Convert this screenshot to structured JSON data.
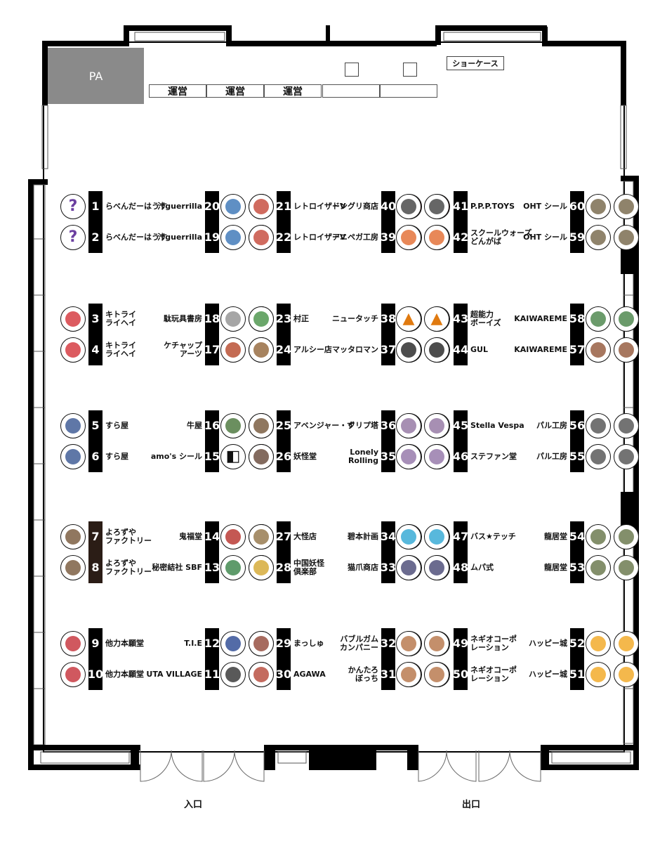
{
  "venue": {
    "pa_label": "PA",
    "staff_labels": [
      "運営",
      "運営",
      "運営",
      "",
      ""
    ],
    "showcase_label": "ショーケース",
    "entrance_label": "入口",
    "exit_label": "出口"
  },
  "colors": {
    "wall": "#000000",
    "pa": "#8a8a8a",
    "number_bg": "#000000",
    "number_dark": "#2b1d16"
  },
  "stalls": [
    {
      "num": "1",
      "name": "らべんだーはうす",
      "icon": "question-mark-icon",
      "badge_color": "#6b3fa0"
    },
    {
      "num": "2",
      "name": "らべんだーはうす",
      "icon": "question-mark-icon",
      "badge_color": "#6b3fa0"
    },
    {
      "num": "3",
      "name": "キトライ\nライヘイ",
      "icon": "brand-logo-icon",
      "badge_color": "#d0242b"
    },
    {
      "num": "4",
      "name": "キトライ\nライヘイ",
      "icon": "brand-logo-icon",
      "badge_color": "#d0242b"
    },
    {
      "num": "5",
      "name": "すら屋",
      "icon": "monster-face-icon",
      "badge_color": "#2a4a8a"
    },
    {
      "num": "6",
      "name": "すら屋",
      "icon": "monster-face-icon",
      "badge_color": "#2a4a8a"
    },
    {
      "num": "7",
      "name": "よろずや\nファクトリー",
      "icon": "figure-photo-icon",
      "badge_color": "#6b4a2a"
    },
    {
      "num": "8",
      "name": "よろずや\nファクトリー",
      "icon": "figure-photo-icon",
      "badge_color": "#6b4a2a"
    },
    {
      "num": "9",
      "name": "他力本願堂",
      "icon": "stamp-seal-icon",
      "badge_color": "#c0202a"
    },
    {
      "num": "10",
      "name": "他力本願堂",
      "icon": "stamp-seal-icon",
      "badge_color": "#c0202a"
    },
    {
      "num": "11",
      "name": "UTA VILLAGE",
      "icon": "uta-logo-icon",
      "badge_color": "#222222"
    },
    {
      "num": "12",
      "name": "T.I.E",
      "icon": "tie-logo-icon",
      "badge_color": "#1a3a8a"
    },
    {
      "num": "13",
      "name": "秘密結社 SBF",
      "icon": "character-icon",
      "badge_color": "#2a7a3a"
    },
    {
      "num": "14",
      "name": "鬼福堂",
      "icon": "character-icon",
      "badge_color": "#b0201a"
    },
    {
      "num": "15",
      "name": "amo's シール",
      "icon": "square-logo-icon",
      "badge_color": "#111111"
    },
    {
      "num": "16",
      "name": "牛屋",
      "icon": "character-icon",
      "badge_color": "#3a6a2a"
    },
    {
      "num": "17",
      "name": "ケチャップ\nアーツ",
      "icon": "character-icon",
      "badge_color": "#b03a1a"
    },
    {
      "num": "18",
      "name": "駄玩具書房",
      "icon": "character-icon",
      "badge_color": "#888888"
    },
    {
      "num": "19",
      "name": "汁guerrilla",
      "icon": "character-icon",
      "badge_color": "#2a6ab0"
    },
    {
      "num": "20",
      "name": "汁guerrilla",
      "icon": "character-icon",
      "badge_color": "#2a6ab0"
    },
    {
      "num": "21",
      "name": "レトロイザーV",
      "icon": "character-icon",
      "badge_color": "#c03a2a"
    },
    {
      "num": "22",
      "name": "レトロイザーV",
      "icon": "character-icon",
      "badge_color": "#c03a2a"
    },
    {
      "num": "23",
      "name": "村正",
      "icon": "character-icon",
      "badge_color": "#3a8a3a"
    },
    {
      "num": "24",
      "name": "アルシー店",
      "icon": "character-icon",
      "badge_color": "#8a5a2a"
    },
    {
      "num": "25",
      "name": "アベンジャー・ず",
      "icon": "character-icon",
      "badge_color": "#6a4a2a"
    },
    {
      "num": "26",
      "name": "妖怪堂",
      "icon": "character-icon",
      "badge_color": "#5a3a2a"
    },
    {
      "num": "27",
      "name": "大怪店",
      "icon": "character-icon",
      "badge_color": "#8a6a3a"
    },
    {
      "num": "28",
      "name": "中国妖怪\n倶楽部",
      "icon": "character-icon",
      "badge_color": "#d0a020"
    },
    {
      "num": "29",
      "name": "まっしゅ",
      "icon": "character-icon",
      "badge_color": "#8a3a2a"
    },
    {
      "num": "30",
      "name": "AGAWA",
      "icon": "character-icon",
      "badge_color": "#b03a2a"
    },
    {
      "num": "31",
      "name": "かんたろ\nぼっち",
      "icon": "character-icon",
      "badge_color": "#8a6a4a"
    },
    {
      "num": "32",
      "name": "バブルガム\nカンパニー",
      "icon": "bubblegum-logo-icon",
      "badge_color": "#d0202a"
    },
    {
      "num": "33",
      "name": "猫爪商店",
      "icon": "character-icon",
      "badge_color": "#5a5a5a"
    },
    {
      "num": "34",
      "name": "碧本計画",
      "icon": "character-icon",
      "badge_color": "#6a6a6a"
    },
    {
      "num": "35",
      "name": "Lonely\nRolling",
      "icon": "character-icon",
      "badge_color": "#5a5a5a"
    },
    {
      "num": "36",
      "name": "クリプ塔",
      "icon": "character-icon",
      "badge_color": "#e0a010"
    },
    {
      "num": "37",
      "name": "マッタロマン",
      "icon": "star-icon",
      "badge_color": "#c0202a"
    },
    {
      "num": "38",
      "name": "ニュータッチ",
      "icon": "hand-icon",
      "badge_color": "#e0b080"
    },
    {
      "num": "39",
      "name": "アニペガ工房",
      "icon": "character-icon",
      "badge_color": "#999999"
    },
    {
      "num": "40",
      "name": "ドングリ商店",
      "icon": "dongri-logo-icon",
      "badge_color": "#e01010"
    },
    {
      "num": "41",
      "name": "P.P.P.TOYS",
      "icon": "character-icon",
      "badge_color": "#333333"
    },
    {
      "num": "42",
      "name": "スクールウォーズ\nどんがば",
      "icon": "character-icon",
      "badge_color": "#e06020"
    },
    {
      "num": "43",
      "name": "超能力\nボーイズ",
      "icon": "triangle-logo-icon",
      "badge_color": "#e07a10"
    },
    {
      "num": "44",
      "name": "GUL",
      "icon": "gul-logo-icon",
      "badge_color": "#111111"
    },
    {
      "num": "45",
      "name": "Stella Vespa",
      "icon": "character-icon",
      "badge_color": "#8a6a9a"
    },
    {
      "num": "46",
      "name": "ステファン堂",
      "icon": "character-icon",
      "badge_color": "#8a6aa0"
    },
    {
      "num": "47",
      "name": "バス★テッチ",
      "icon": "character-icon",
      "badge_color": "#20a0d0"
    },
    {
      "num": "48",
      "name": "ムパ式",
      "icon": "character-icon",
      "badge_color": "#3a3a6a"
    },
    {
      "num": "49",
      "name": "ネギオコーポ\nレーション",
      "icon": "character-icon",
      "badge_color": "#b06a3a"
    },
    {
      "num": "50",
      "name": "ネギオコーポ\nレーション",
      "icon": "character-icon",
      "badge_color": "#b06a3a"
    },
    {
      "num": "51",
      "name": "ハッピー城",
      "icon": "happy-logo-icon",
      "badge_color": "#f0a010"
    },
    {
      "num": "52",
      "name": "ハッピー城",
      "icon": "happy-logo-icon",
      "badge_color": "#f0a010"
    },
    {
      "num": "53",
      "name": "龍居堂",
      "icon": "character-icon",
      "badge_color": "#5a6a3a"
    },
    {
      "num": "54",
      "name": "龍居堂",
      "icon": "character-icon",
      "badge_color": "#5a6a3a"
    },
    {
      "num": "55",
      "name": "パル工房",
      "icon": "text-badge-icon",
      "badge_color": "#444444"
    },
    {
      "num": "56",
      "name": "パル工房",
      "icon": "text-badge-icon",
      "badge_color": "#444444"
    },
    {
      "num": "57",
      "name": "KAIWAREME",
      "icon": "character-icon",
      "badge_color": "#8a4a2a"
    },
    {
      "num": "58",
      "name": "KAIWAREME",
      "icon": "character-icon",
      "badge_color": "#3a7a3a"
    },
    {
      "num": "59",
      "name": "OHT シール",
      "icon": "character-icon",
      "badge_color": "#6a5a3a"
    },
    {
      "num": "60",
      "name": "OHT シール",
      "icon": "character-icon",
      "badge_color": "#6a5a3a"
    }
  ]
}
